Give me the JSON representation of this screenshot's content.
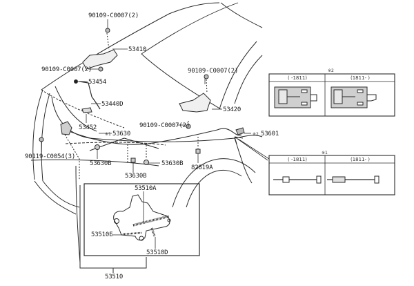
{
  "diagram": {
    "title": "Hood lock & hinge parts diagram",
    "callouts": [
      {
        "id": "c-90109-top",
        "label": "90109-C0007(2)"
      },
      {
        "id": "c-53410",
        "label": "53410"
      },
      {
        "id": "c-90109-left",
        "label": "90109-C0007(2)"
      },
      {
        "id": "c-53454",
        "label": "53454"
      },
      {
        "id": "c-53440D",
        "label": "53440D"
      },
      {
        "id": "c-53452",
        "label": "53452"
      },
      {
        "id": "c-53630",
        "label": "53630"
      },
      {
        "id": "c-90119",
        "label": "90119-C0054(3)"
      },
      {
        "id": "c-53630B-a",
        "label": "53630B"
      },
      {
        "id": "c-53630B-b",
        "label": "53630B"
      },
      {
        "id": "c-53630B-c",
        "label": "53630B"
      },
      {
        "id": "c-90109-right",
        "label": "90109-C0007(2)"
      },
      {
        "id": "c-53420",
        "label": "53420"
      },
      {
        "id": "c-90109-mid",
        "label": "90109-C0007(2)"
      },
      {
        "id": "c-53601",
        "label": "53601"
      },
      {
        "id": "c-82819A",
        "label": "82819A"
      },
      {
        "id": "c-53510A",
        "label": "53510A"
      },
      {
        "id": "c-53510E",
        "label": "53510E"
      },
      {
        "id": "c-53510D",
        "label": "53510D"
      },
      {
        "id": "c-53510",
        "label": "53510"
      }
    ],
    "marks": {
      "note1": "※1",
      "note2": "※2"
    },
    "inset_note2": {
      "mark": "※2",
      "columns": [
        "(    -1811)",
        "(1811-    )"
      ]
    },
    "inset_note1": {
      "mark": "※1",
      "columns": [
        "(    -1811)",
        "(1811-    )"
      ]
    },
    "colors": {
      "line": "#2a2a2a",
      "part_fill": "#d8d8d8",
      "background": "#ffffff"
    }
  }
}
